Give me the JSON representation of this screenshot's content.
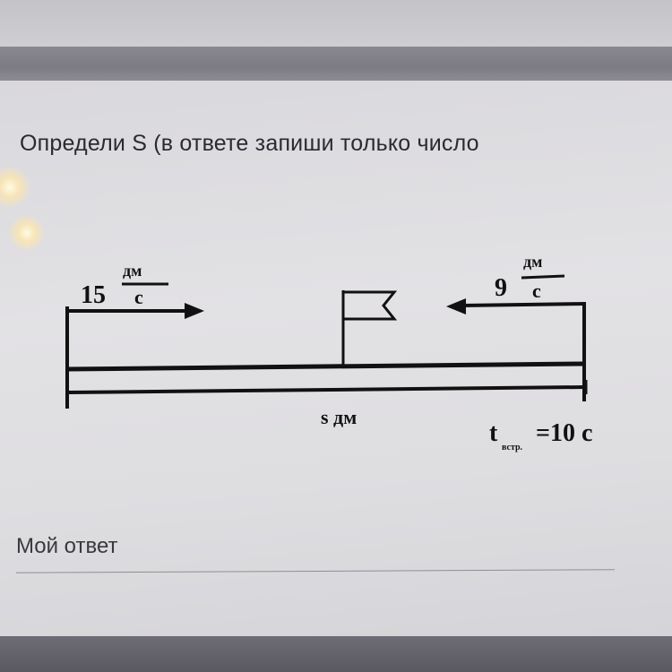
{
  "question": {
    "text": "Определи S (в ответе запиши только число"
  },
  "diagram": {
    "left_speed_value": "15",
    "left_speed_unit_num": "дм",
    "left_speed_unit_den": "с",
    "right_speed_value": "9",
    "right_speed_unit_num": "дм",
    "right_speed_unit_den": "с",
    "distance_label": "s дм",
    "time_symbol": "t",
    "time_subscript": "встр.",
    "time_value": "=10 с"
  },
  "answer": {
    "placeholder": "Мой ответ"
  }
}
